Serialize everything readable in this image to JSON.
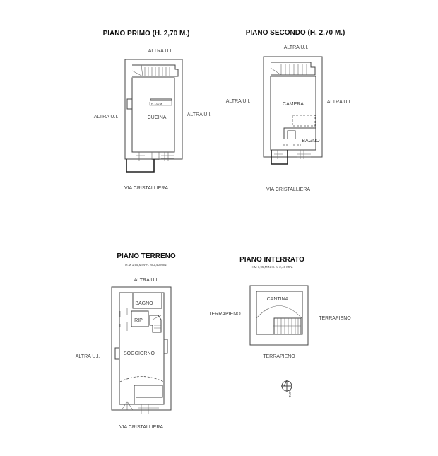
{
  "plans": {
    "primo": {
      "title": "PIANO PRIMO (H. 2,70 M.)",
      "top": "ALTRA U.I.",
      "left": "ALTRA U.I.",
      "right": "ALTRA U.I.",
      "bottom": "VIA CRISTALLIERA",
      "room": "CUCINA",
      "note": "H. 1,00 M."
    },
    "secondo": {
      "title": "PIANO SECONDO  (H. 2,70 M.)",
      "top": "ALTRA U.I.",
      "left": "ALTRA U.I.",
      "right": "ALTRA U.I.",
      "bottom": "VIA CRISTALLIERA",
      "room1": "CAMERA",
      "room2": "BAGNO"
    },
    "terreno": {
      "title": "PIANO TERRENO",
      "subtitle": "H.M 1,95,MIN-H. M 2,40 MIN.",
      "top": "ALTRA U.I.",
      "left": "ALTRA U.I.",
      "bottom": "VIA CRISTALLIERA",
      "room1": "BAGNO",
      "room2": "RIP",
      "room3": "SOGGIORNO"
    },
    "interrato": {
      "title": "PIANO INTERRATO",
      "subtitle": "H.M 1,95,MIN-H. M 2,40 MIN.",
      "left": "TERRAPIENO",
      "right": "TERRAPIENO",
      "bottom": "TERRAPIENO",
      "room": "CANTINA"
    }
  },
  "compass": {
    "label": "NORD"
  }
}
